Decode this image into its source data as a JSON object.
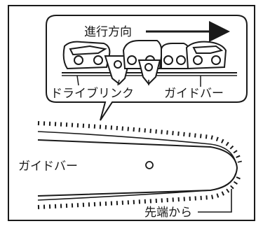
{
  "labels": {
    "direction": "進行方向",
    "drive_link": "ドライブリンク",
    "guide_bar_top": "ガイドバー",
    "guide_bar_main": "ガイドバー",
    "from_tip": "先端から"
  }
}
